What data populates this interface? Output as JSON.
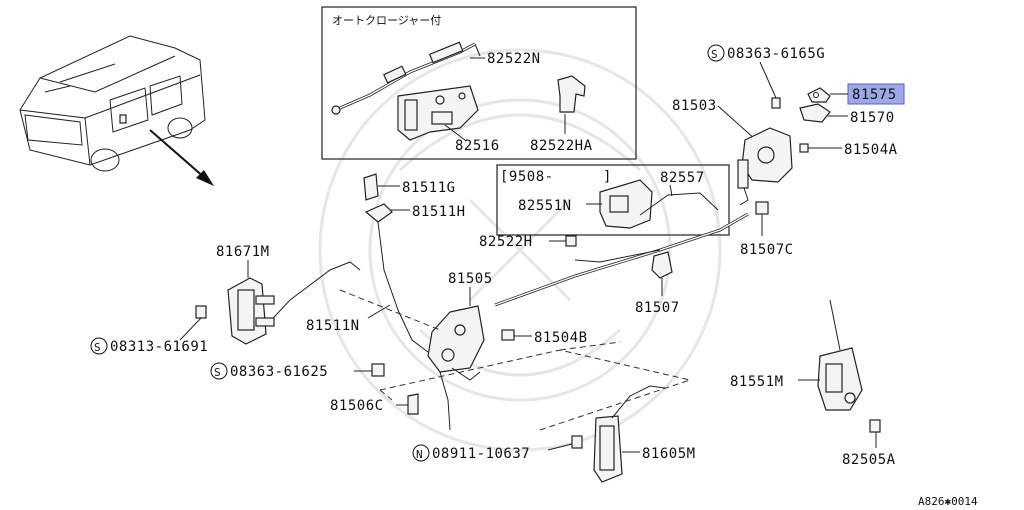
{
  "inset_title": "オートクロージャー付",
  "date_range": "[9508-",
  "footer_code": "A826✱0014",
  "highlight_color": "#9fa8e6",
  "labels": {
    "p82522N": "82522N",
    "p82516": "82516",
    "p82522HA": "82522HA",
    "p08363_6165G": "08363-6165G",
    "p81575": "81575",
    "p81570": "81570",
    "p81503": "81503",
    "p81504A": "81504A",
    "p82557": "82557",
    "p82551N": "82551N",
    "p81507C": "81507C",
    "p82522H": "82522H",
    "p81511G": "81511G",
    "p81511H": "81511H",
    "p81671M": "81671M",
    "p81505": "81505",
    "p81507": "81507",
    "p81511N": "81511N",
    "p81504B": "81504B",
    "p08313_61691": "08313-61691",
    "p08363_61625": "08363-61625",
    "p81506C": "81506C",
    "p08911_10637": "08911-10637",
    "p81605M": "81605M",
    "p81551M": "81551M",
    "p82505A": "82505A"
  },
  "prefixes": {
    "s": "S",
    "n": "N"
  }
}
